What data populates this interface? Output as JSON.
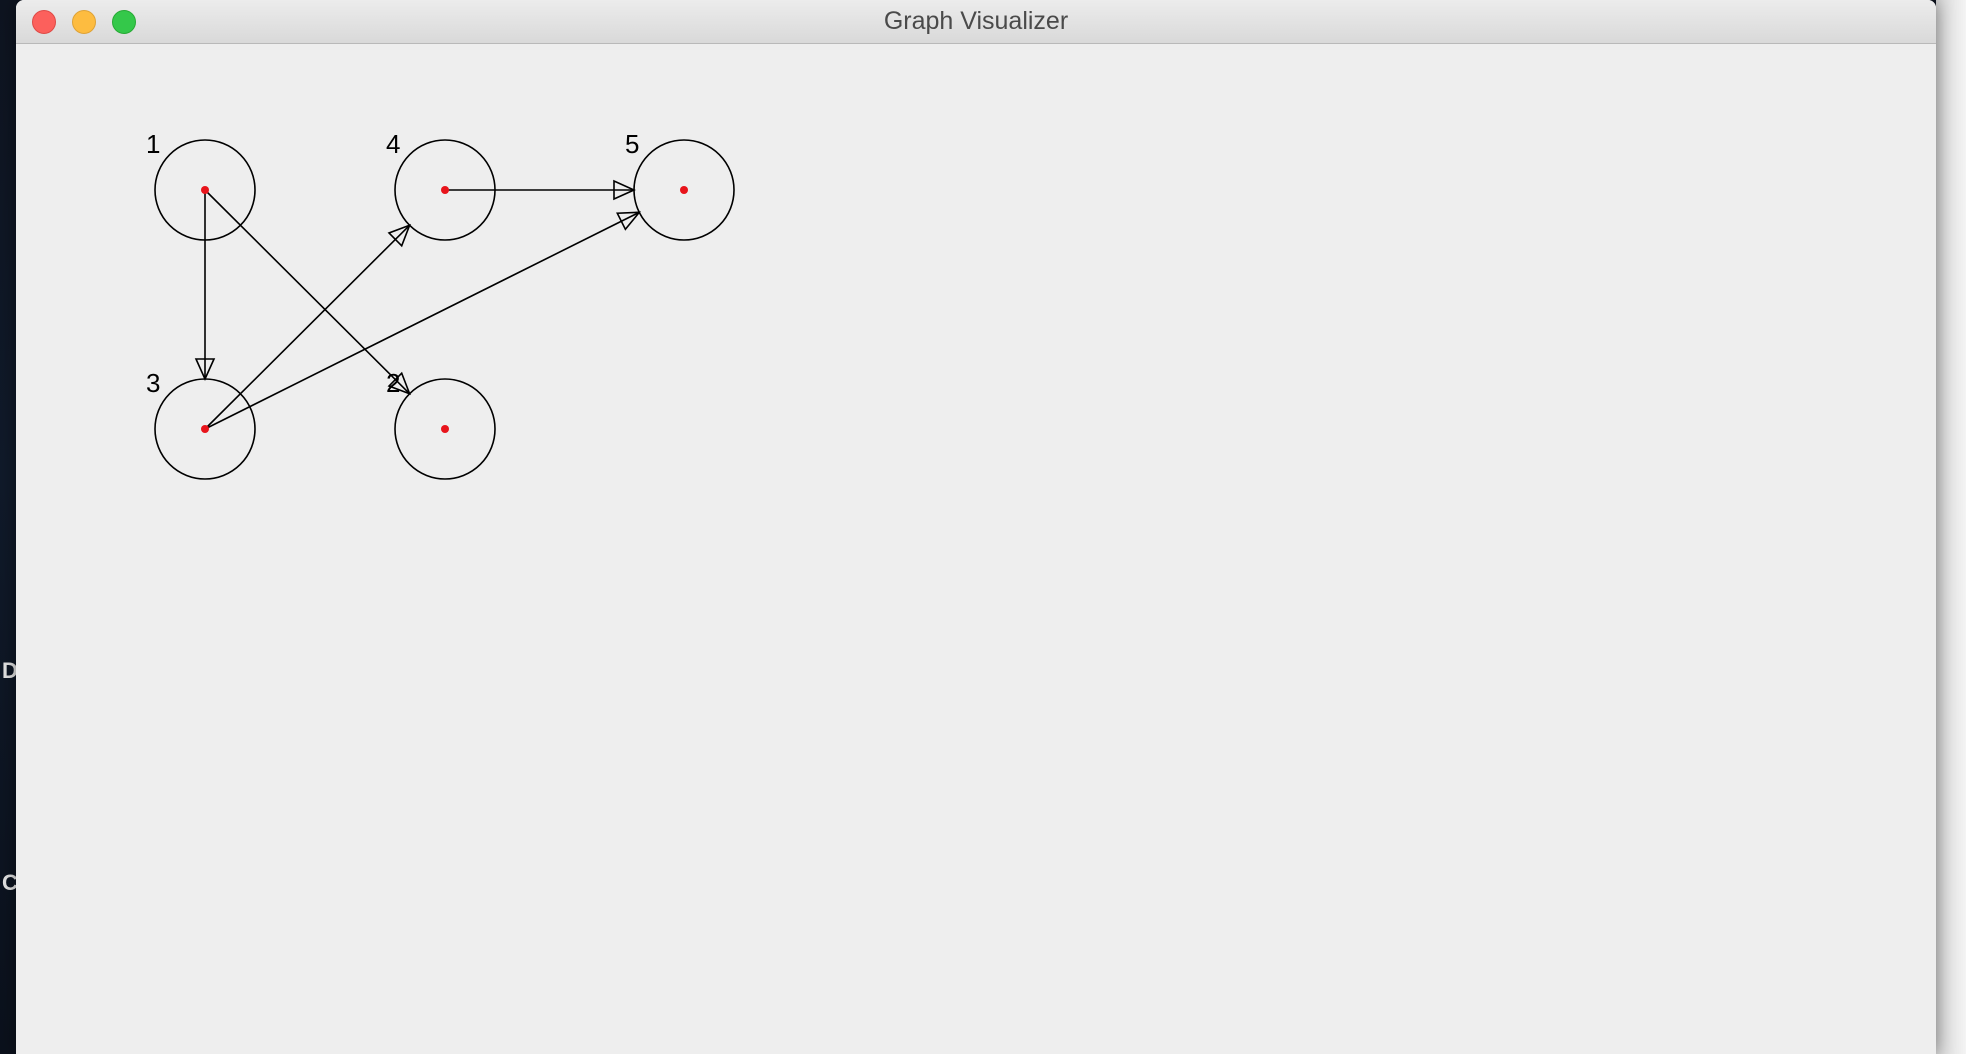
{
  "window": {
    "title": "Graph Visualizer"
  },
  "desktop": {
    "edge_glyphs": [
      "D",
      "C"
    ]
  },
  "colors": {
    "node_stroke": "#000000",
    "node_center": "#e8141b",
    "edge": "#000000",
    "background": "#eeeeee"
  },
  "graph": {
    "nodes": [
      {
        "id": "1",
        "label": "1"
      },
      {
        "id": "4",
        "label": "4"
      },
      {
        "id": "5",
        "label": "5"
      },
      {
        "id": "3",
        "label": "3"
      },
      {
        "id": "2",
        "label": "2"
      }
    ],
    "edges": [
      {
        "from": "1",
        "to": "3"
      },
      {
        "from": "1",
        "to": "2"
      },
      {
        "from": "4",
        "to": "5"
      },
      {
        "from": "3",
        "to": "4"
      },
      {
        "from": "3",
        "to": "5"
      }
    ]
  }
}
